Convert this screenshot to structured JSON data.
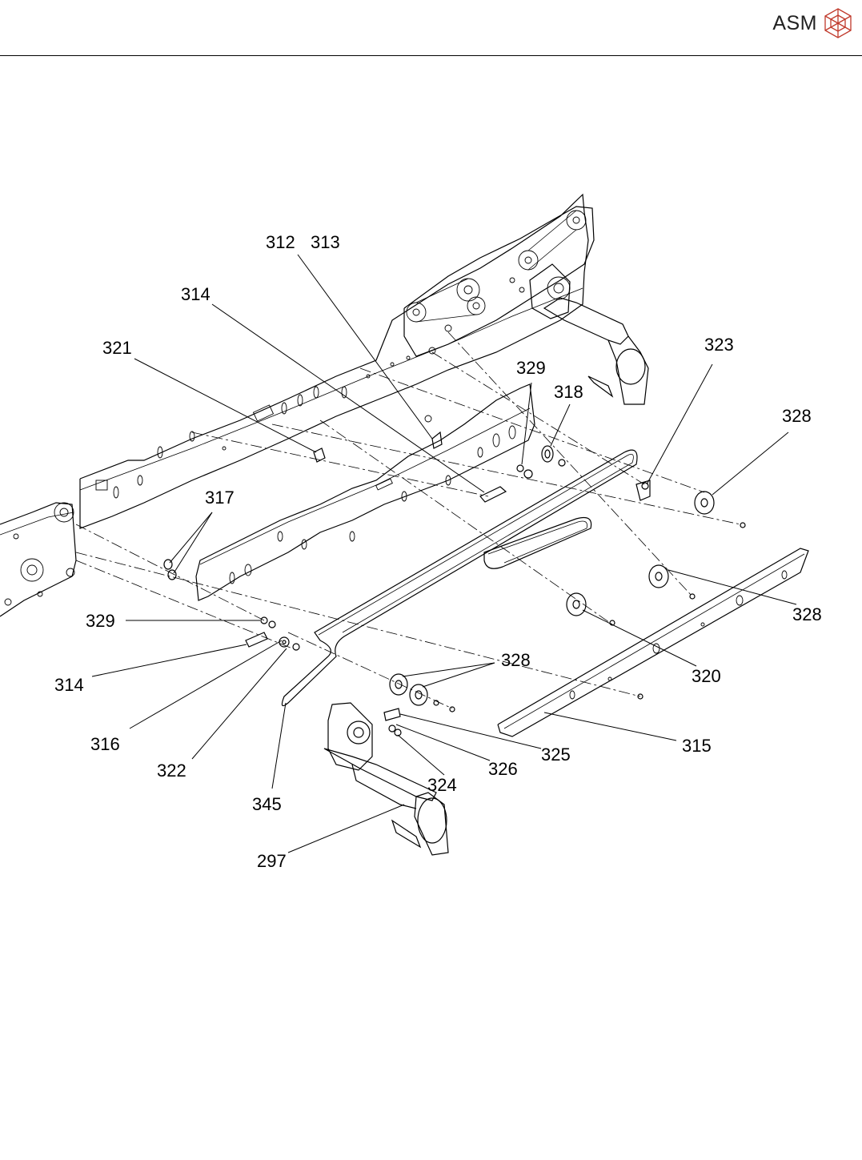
{
  "header": {
    "brand": "ASM",
    "brand_color": "#c0392b"
  },
  "diagram": {
    "callouts": [
      "312",
      "313",
      "314",
      "321",
      "329",
      "318",
      "323",
      "328",
      "317",
      "329",
      "314",
      "316",
      "322",
      "345",
      "328",
      "325",
      "326",
      "324",
      "297",
      "320",
      "315",
      "328"
    ]
  }
}
